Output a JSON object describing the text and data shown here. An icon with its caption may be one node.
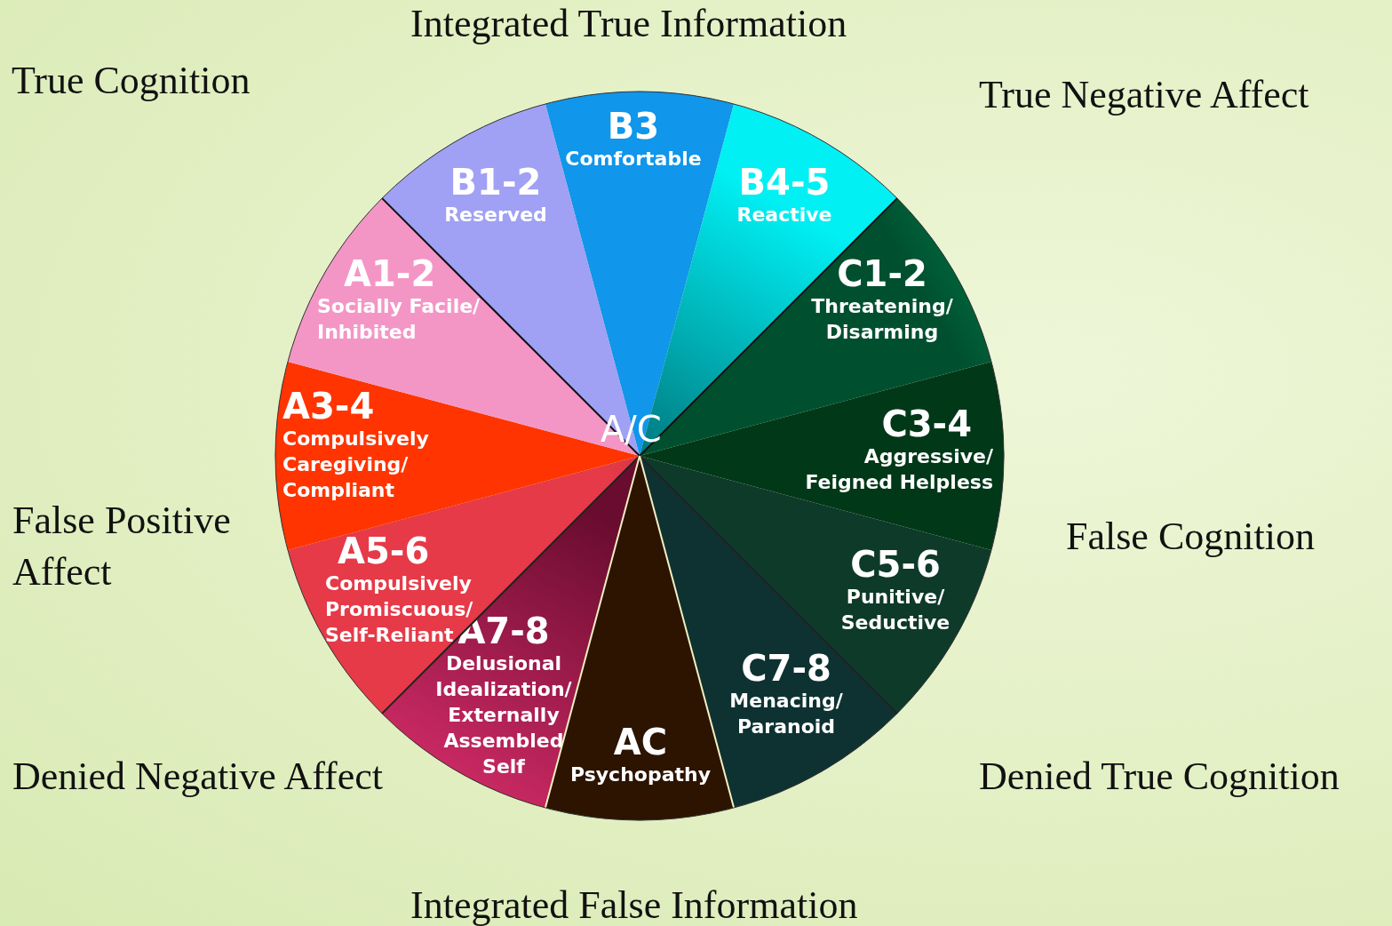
{
  "diagram": {
    "nodes": [
      {
        "text": [
          "B3",
          "Comfortable"
        ]
      },
      {
        "text": [
          "B4-5",
          "Reactive"
        ]
      },
      {
        "text": [
          "C1-2",
          "Threatening/ Disarming"
        ]
      },
      {
        "text": [
          "C3-4",
          "Aggressive/ Feigned Helpless"
        ]
      },
      {
        "text": [
          "C5-6",
          "Punitive/ Seductive"
        ]
      },
      {
        "text": [
          "C7-8",
          "Menacing/ Paranoid"
        ]
      },
      {
        "text": [
          "AC",
          "Psychopathy"
        ]
      },
      {
        "text": [
          "A7-8",
          "Delusional Idealization/ Externally Assembled Self"
        ]
      },
      {
        "text": [
          "A5-6",
          "Compulsively Promiscuous/ Self-Reliant"
        ]
      },
      {
        "text": [
          "A3-4",
          "Compulsively Caregiving/ Compliant"
        ]
      },
      {
        "text": [
          "A1-2",
          "Socially Facile/ Inhibited"
        ]
      },
      {
        "text": [
          "B1-2",
          "Reserved"
        ]
      }
    ],
    "labels": [
      "Integrated True Information",
      "True Cognition",
      "True Negative Affect",
      "A/C",
      "False Positive Affect",
      "False Cognition",
      "Denied Negative Affect",
      "Denied True Cognition",
      "Integrated False Information"
    ]
  }
}
